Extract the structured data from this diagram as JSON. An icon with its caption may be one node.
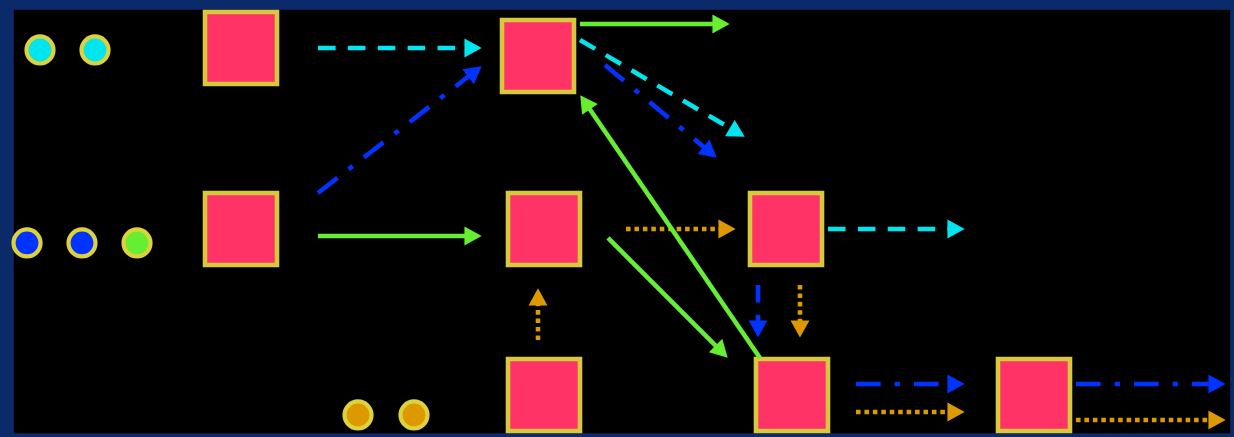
{
  "diagram": {
    "nodes": [
      {
        "text": [],
        "shape": "box"
      },
      {
        "text": [],
        "shape": "box"
      },
      {
        "text": [],
        "shape": "box"
      },
      {
        "text": [],
        "shape": "box"
      },
      {
        "text": [],
        "shape": "box"
      },
      {
        "text": [],
        "shape": "box"
      },
      {
        "text": [],
        "shape": "box"
      },
      {
        "text": [],
        "shape": "box"
      },
      {
        "text": [],
        "shape": "circle"
      },
      {
        "text": [],
        "shape": "circle"
      },
      {
        "text": [],
        "shape": "circle"
      },
      {
        "text": [],
        "shape": "circle"
      },
      {
        "text": [],
        "shape": "circle"
      },
      {
        "text": [],
        "shape": "circle"
      },
      {
        "text": [],
        "shape": "circle"
      }
    ],
    "edges": [
      {
        "from": 0,
        "to": 1,
        "arrow": "to",
        "style": "dashed",
        "color": "#00e5ee"
      },
      {
        "from": 2,
        "to": 1,
        "arrow": "to",
        "style": "dashed",
        "color": "#0033ff"
      },
      {
        "from": 2,
        "to": 3,
        "arrow": "to",
        "color": "#66ee33"
      },
      {
        "from": 1,
        "to": null,
        "arrow": "to",
        "color": "#66ee33"
      },
      {
        "from": 1,
        "to": null,
        "arrow": "to",
        "style": "dashed",
        "color": "#00e5ee"
      },
      {
        "from": 1,
        "to": null,
        "arrow": "to",
        "style": "dashed",
        "color": "#0033ff"
      },
      {
        "from": 3,
        "to": 4,
        "arrow": "to",
        "style": "dashed",
        "color": "#dd9900"
      },
      {
        "from": 3,
        "to": 6,
        "arrow": "to",
        "color": "#66ee33"
      },
      {
        "from": 6,
        "to": 1,
        "arrow": "to",
        "color": "#66ee33"
      },
      {
        "from": 5,
        "to": 3,
        "arrow": "to",
        "style": "dashed",
        "color": "#dd9900"
      },
      {
        "from": 4,
        "to": 6,
        "arrow": "to",
        "style": "dashed",
        "color": "#0033ff"
      },
      {
        "from": 4,
        "to": 6,
        "arrow": "to",
        "style": "dashed",
        "color": "#dd9900"
      },
      {
        "from": 4,
        "to": null,
        "arrow": "to",
        "style": "dashed",
        "color": "#00e5ee"
      },
      {
        "from": 6,
        "to": 7,
        "arrow": "to",
        "style": "dashed",
        "color": "#0033ff"
      },
      {
        "from": 6,
        "to": 7,
        "arrow": "to",
        "style": "dashed",
        "color": "#dd9900"
      },
      {
        "from": 7,
        "to": null,
        "arrow": "to",
        "style": "dashed",
        "color": "#0033ff"
      },
      {
        "from": 7,
        "to": null,
        "arrow": "to",
        "style": "dashed",
        "color": "#dd9900"
      }
    ]
  }
}
